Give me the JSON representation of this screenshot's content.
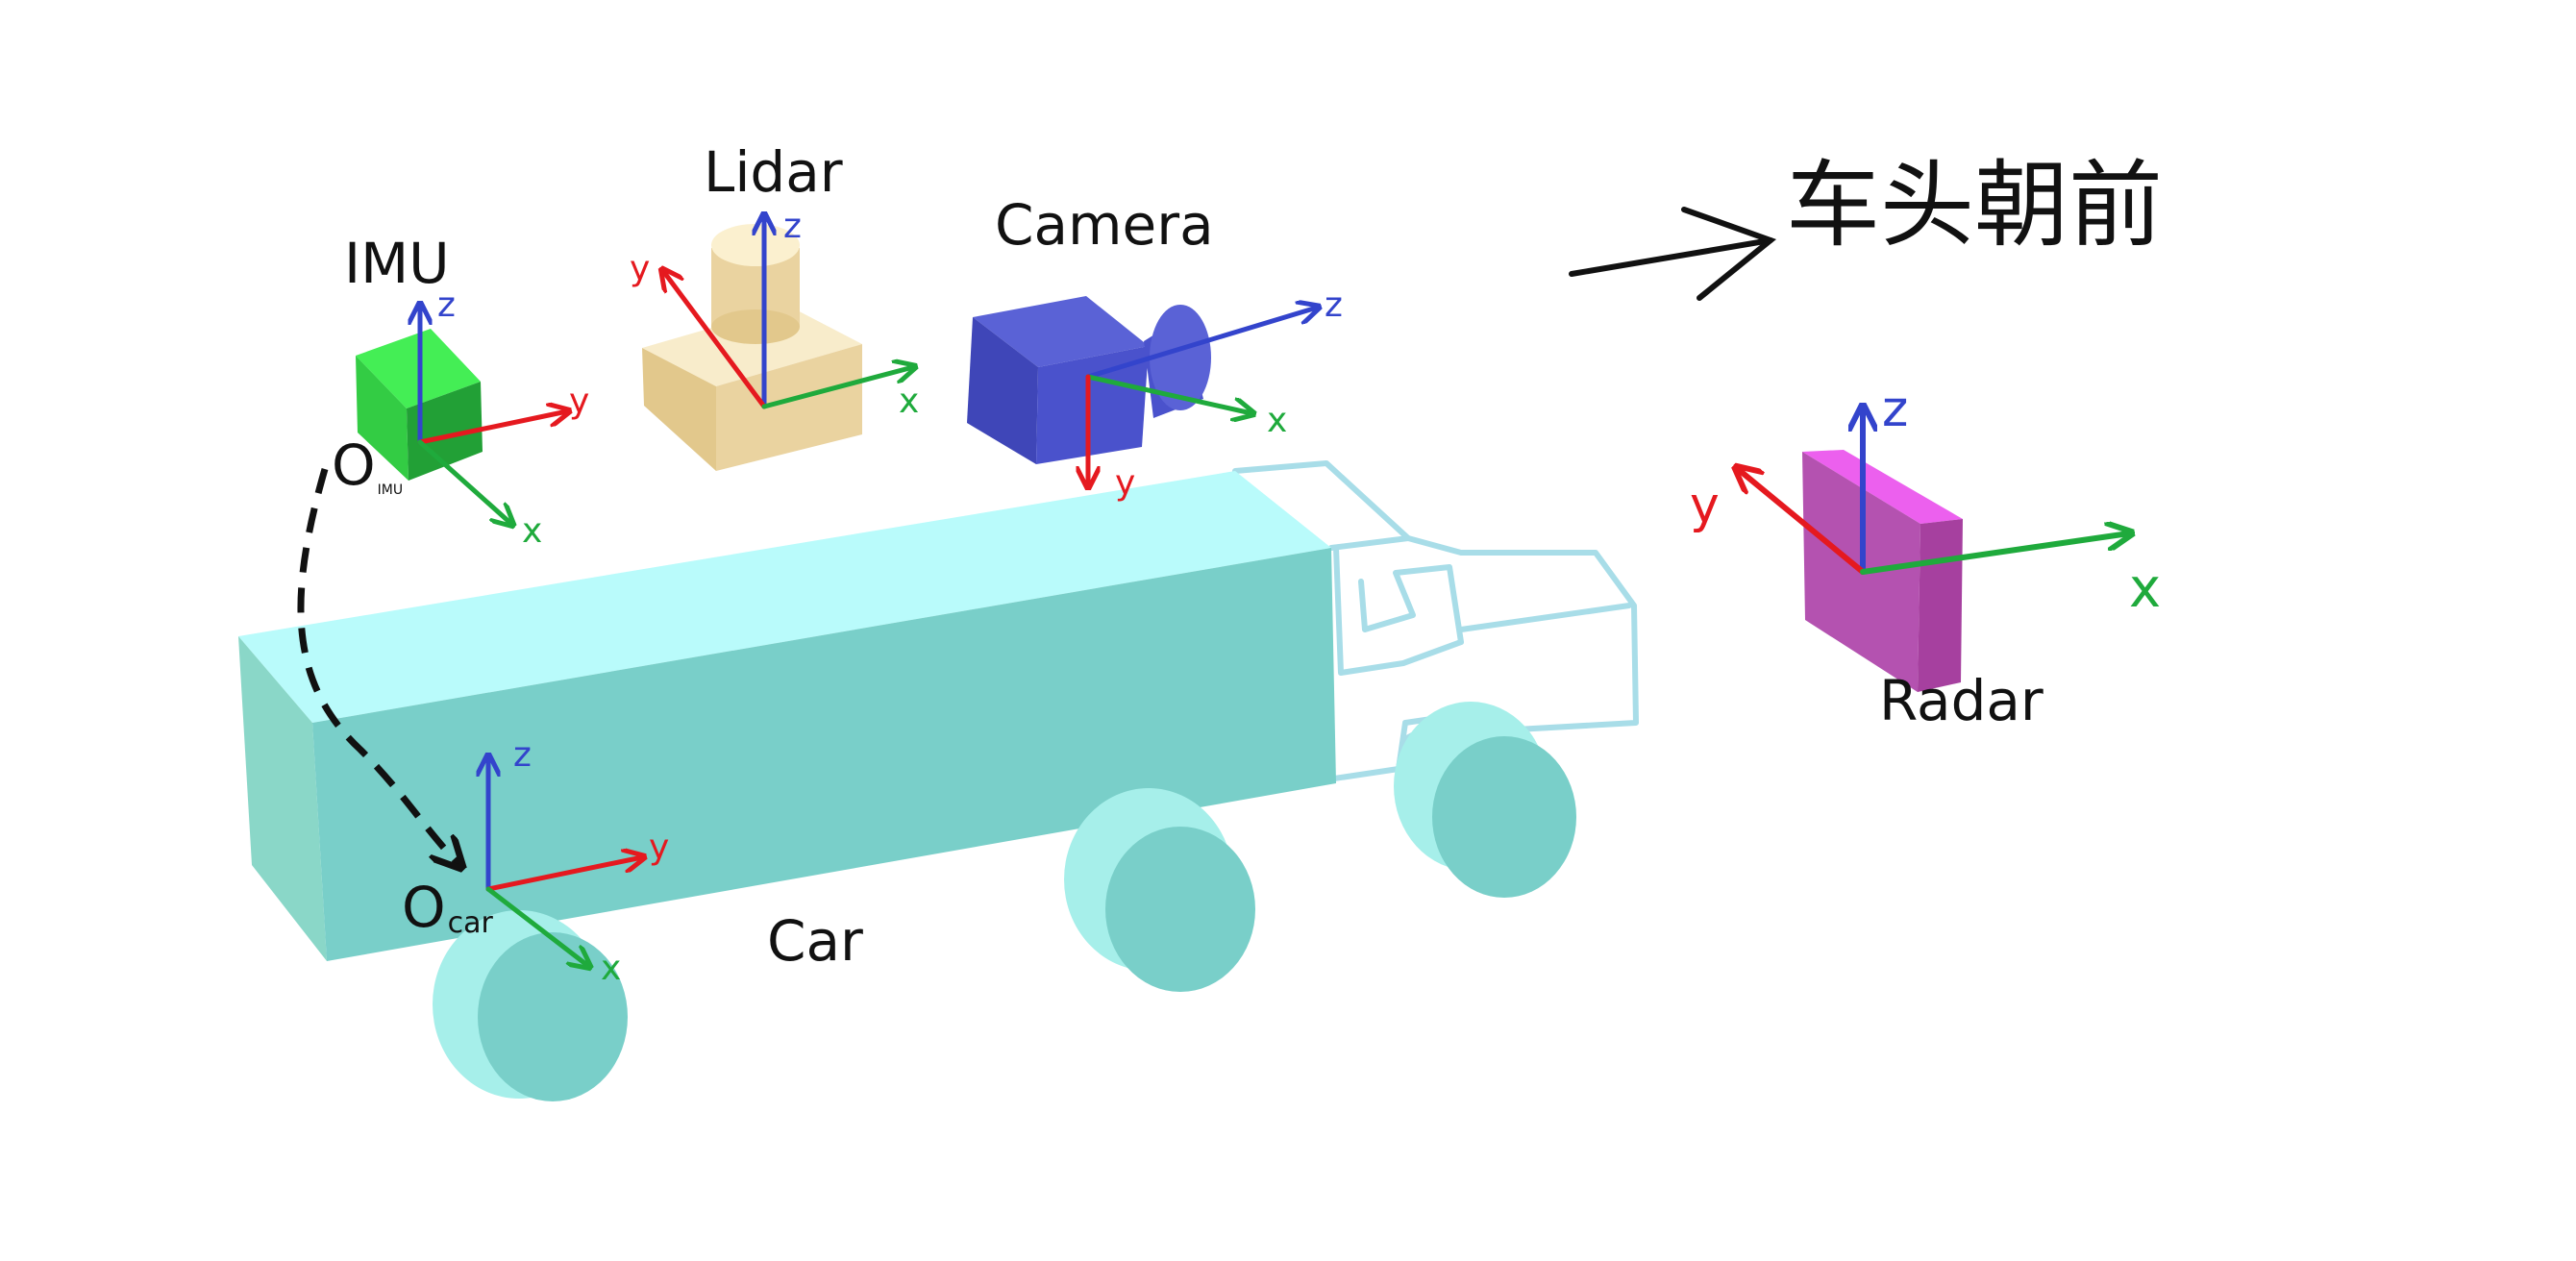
{
  "heading": {
    "text": "车头朝前"
  },
  "labels": {
    "imu": "IMU",
    "lidar": "Lidar",
    "camera": "Camera",
    "radar": "Radar",
    "car": "Car"
  },
  "origins": {
    "imu": {
      "main": "O",
      "sub": "IMU"
    },
    "car": {
      "main": "O",
      "sub": "car"
    }
  },
  "axes": {
    "x": "x",
    "y": "y",
    "z": "z"
  },
  "colors": {
    "x_axis": "#1faa3c",
    "y_axis": "#e5191f",
    "z_axis": "#3344cc",
    "truck_body": "#79cfc9",
    "truck_top": "#b9fbfb",
    "truck_outline": "#a8dde8",
    "imu_box": "#33dd44",
    "lidar_box": "#ead3a0",
    "camera_box": "#4a52cc",
    "radar_box": "#c44fb8"
  }
}
